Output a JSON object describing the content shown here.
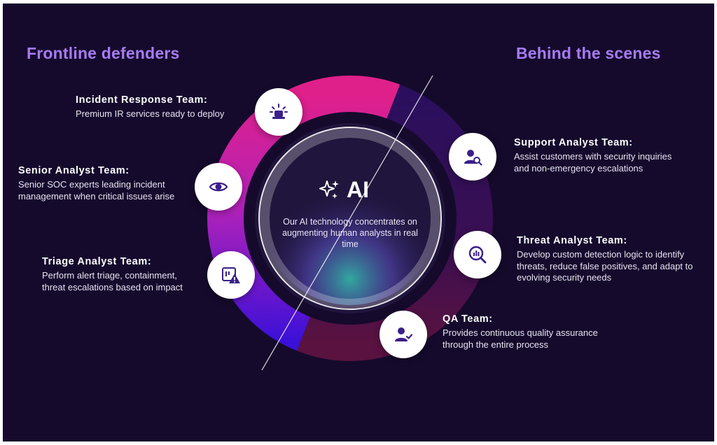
{
  "headings": {
    "left": "Frontline defenders",
    "right": "Behind the scenes"
  },
  "center": {
    "title": "AI",
    "description": "Our AI technology concentrates on augmenting human analysts in real time"
  },
  "teams": {
    "incident_response": {
      "name": "Incident Response Team:",
      "description": "Premium IR services ready to deploy",
      "icon": "siren-icon"
    },
    "senior_analyst": {
      "name": "Senior Analyst Team:",
      "description_lines": [
        "Senior SOC experts leading incident",
        "management  when critical issues arise"
      ],
      "icon": "eye-icon"
    },
    "triage_analyst": {
      "name": "Triage Analyst Team:",
      "description_lines": [
        "Perform alert triage, containment,",
        "threat escalations based on impact"
      ],
      "icon": "alert-triage-icon"
    },
    "support_analyst": {
      "name": "Support Analyst Team:",
      "description_lines": [
        "Assist customers with security inquiries",
        "and non-emergency escalations"
      ],
      "icon": "user-search-icon"
    },
    "threat_analyst": {
      "name": "Threat Analyst Team:",
      "description_lines": [
        "Develop custom detection logic to identify",
        "threats, reduce false positives, and adapt to",
        "evolving security needs"
      ],
      "icon": "chart-search-icon"
    },
    "qa": {
      "name": "QA Team:",
      "description_lines": [
        "Provides continuous quality assurance",
        "through the entire process"
      ],
      "icon": "user-check-icon"
    }
  },
  "colors": {
    "background": "#150a2c",
    "heading": "#a77bf3",
    "icon": "#3a1f8a",
    "ring_pink": "#e8247a",
    "ring_blue": "#3412c9"
  }
}
